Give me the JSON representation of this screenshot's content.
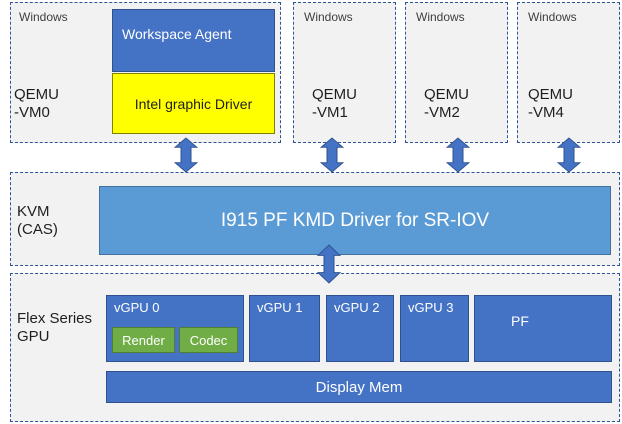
{
  "vms": [
    {
      "os": "Windows",
      "name": "QEMU\n-VM0"
    },
    {
      "os": "Windows",
      "name": "QEMU\n-VM1"
    },
    {
      "os": "Windows",
      "name": "QEMU\n-VM2"
    },
    {
      "os": "Windows",
      "name": "QEMU\n-VM4"
    }
  ],
  "vm0": {
    "workspace_agent": "Workspace Agent",
    "intel_driver": "Intel graphic Driver"
  },
  "kvm": {
    "label": "KVM\n(CAS)",
    "driver": "I915 PF KMD Driver for SR-IOV"
  },
  "gpu": {
    "label": "Flex Series\nGPU",
    "vgpus": [
      "vGPU 0",
      "vGPU 1",
      "vGPU 2",
      "vGPU 3"
    ],
    "pf": "PF",
    "render": "Render",
    "codec": "Codec",
    "display_mem": "Display Mem"
  },
  "colors": {
    "dashed_border": "#2f5597",
    "panel_bg": "#f2f2f2",
    "box_blue": "#4472c4",
    "kvm_driver": "#5b9bd5",
    "green": "#70ad47",
    "yellow": "#ffff00"
  }
}
